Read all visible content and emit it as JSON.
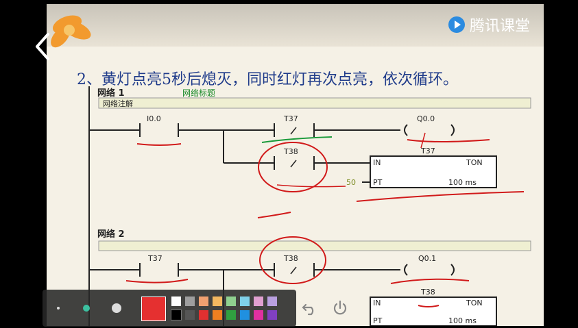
{
  "brand": {
    "name": "腾讯课堂"
  },
  "slide": {
    "title": "2、黄灯点亮5秒后熄灭，同时红灯再次点亮，依次循环。"
  },
  "network1": {
    "header": "网络 1",
    "title_label": "网络标题",
    "comment_label": "网络注解",
    "contact1": "I0.0",
    "contact2": "T37",
    "coil": "Q0.0",
    "contact3": "T38",
    "timer_name": "T37",
    "timer_in": "IN",
    "timer_type": "TON",
    "timer_pt": "PT",
    "timer_preset": "50",
    "timer_base": "100 ms"
  },
  "network2": {
    "header": "网络 2",
    "contact1": "T37",
    "contact2": "T38",
    "coil": "Q0.1",
    "timer_name": "T38",
    "timer_in": "IN",
    "timer_type": "TON",
    "timer_pt": "PT",
    "timer_base": "100 ms"
  },
  "colors": {
    "title": "#1f3b8a",
    "annotation_red": "#d11a1a",
    "annotation_green": "#1a9a3a",
    "comment_bar": "#efefd2",
    "toolbar_bg": "#2b2b2b"
  },
  "toolbar": {
    "palette": [
      "#ffffff",
      "#9e9e9e",
      "#f0a070",
      "#f4b860",
      "#8fd08f",
      "#7fd0e8",
      "#e0a0d0",
      "#b9a0e0",
      "#000000",
      "#555555",
      "#e03030",
      "#f08020",
      "#30a040",
      "#2090e0",
      "#e030a0",
      "#8040c0"
    ],
    "selected_color": "#e53030"
  }
}
